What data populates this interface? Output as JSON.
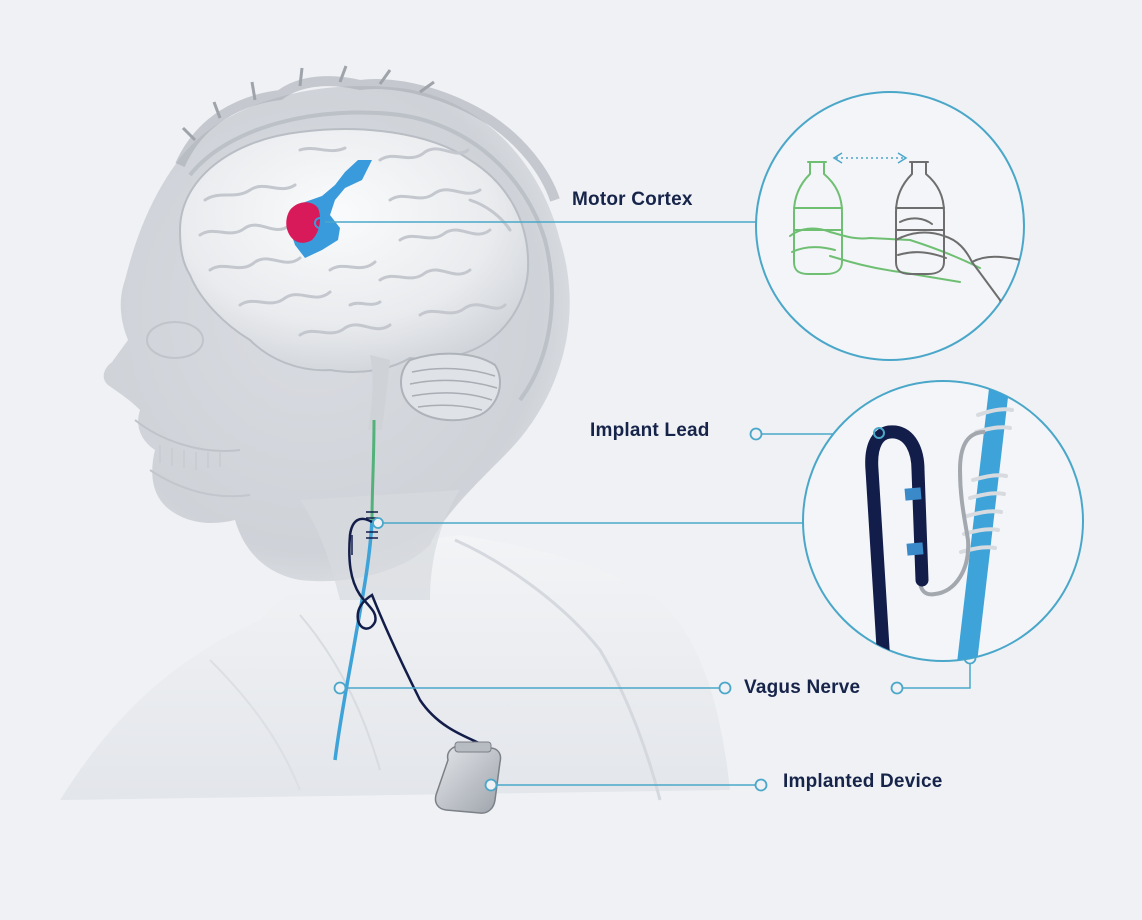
{
  "colors": {
    "background": "#eff1f5",
    "label_text": "#17244a",
    "leader_line": "#4aa7c9",
    "motor_cortex_region": "#3a9bdc",
    "motor_cortex_focus": "#d8195a",
    "vagus_nerve": "#3da3d8",
    "implant_lead": "#121d4a",
    "spinal_cord": "#52b27a",
    "hand_green": "#6fbf73",
    "hand_gray": "#6e6e6e"
  },
  "labels": {
    "motor_cortex": "Motor Cortex",
    "implant_lead": "Implant Lead",
    "vagus_nerve": "Vagus Nerve",
    "implanted_device": "Implanted Device"
  },
  "icons": [
    "head-silhouette",
    "brain-illustration",
    "hand-with-bottle-icon",
    "implanted-device-icon",
    "lead-nerve-closeup"
  ]
}
